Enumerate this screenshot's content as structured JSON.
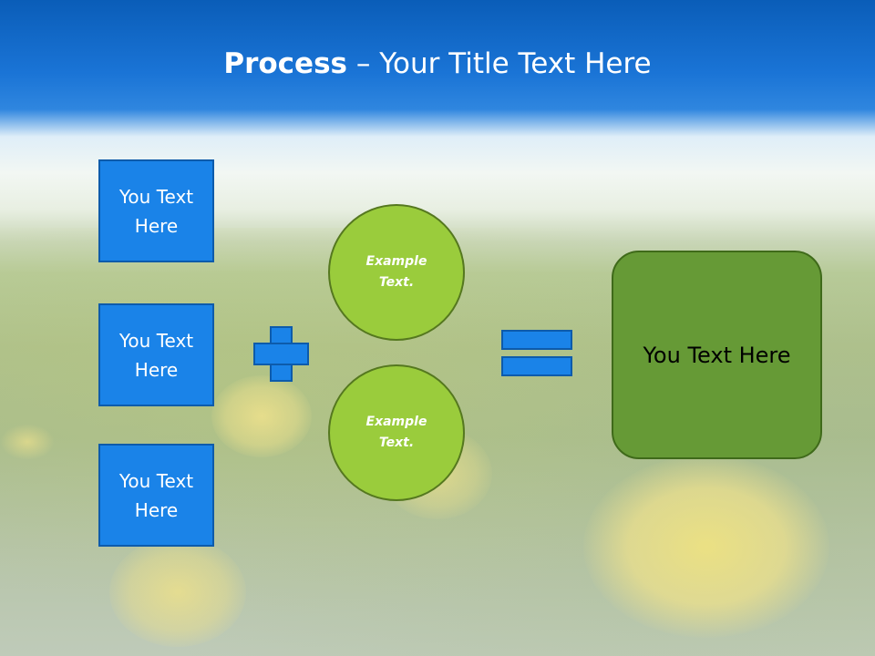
{
  "title": {
    "bold": "Process",
    "rest": " – Your Title Text Here"
  },
  "boxes": [
    {
      "label": "You Text Here"
    },
    {
      "label": "You Text Here"
    },
    {
      "label": "You Text Here"
    }
  ],
  "circles": [
    {
      "label": "Example Text."
    },
    {
      "label": "Example Text."
    }
  ],
  "result": {
    "label": "You Text Here"
  },
  "operators": {
    "plus": "plus",
    "equals": "equals"
  },
  "colors": {
    "box_fill": "#1a83e8",
    "circle_fill": "#9acc3c",
    "result_fill": "#669a36",
    "header": "#1a74d6"
  }
}
